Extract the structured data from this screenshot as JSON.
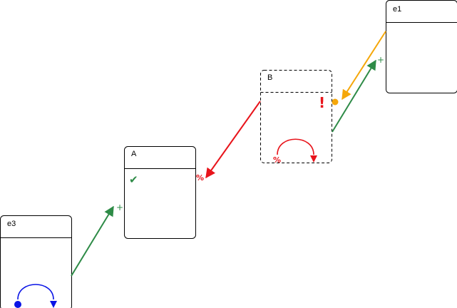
{
  "diagram": {
    "states": {
      "e1": {
        "title": "e1"
      },
      "b": {
        "title": "B",
        "error_marker": "!",
        "self_loop_start": "%"
      },
      "a": {
        "title": "A",
        "check": "✔"
      },
      "e3": {
        "title": "e3"
      }
    },
    "transition_markers": {
      "plus": "+",
      "percent": "%"
    },
    "colors": {
      "green": "#2e8b47",
      "red": "#e8141b",
      "orange": "#f5a70a",
      "blue": "#0a14e6",
      "check": "#2e8b47"
    }
  }
}
